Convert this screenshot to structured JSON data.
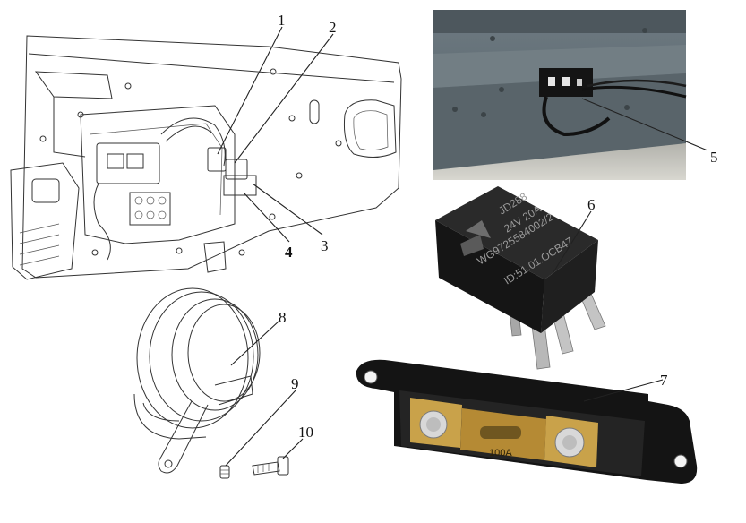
{
  "callouts": [
    {
      "id": "1",
      "label": "1"
    },
    {
      "id": "2",
      "label": "2"
    },
    {
      "id": "3",
      "label": "3"
    },
    {
      "id": "4",
      "label": "4"
    },
    {
      "id": "5",
      "label": "5"
    },
    {
      "id": "6",
      "label": "6"
    },
    {
      "id": "7",
      "label": "7"
    },
    {
      "id": "8",
      "label": "8"
    },
    {
      "id": "9",
      "label": "9"
    },
    {
      "id": "10",
      "label": "10"
    }
  ],
  "relay": {
    "line1": "JD288",
    "line2": "24V 20A",
    "line3": "WG9725584002/2",
    "line4": "ID:51.01.OCB47"
  },
  "fuse": {
    "rating": "100A"
  },
  "colors": {
    "relay_body": "#1a1a1a",
    "relay_pins": "#b8b8b8",
    "fuse_holder": "#141414",
    "fuse_brass": "#c9a24a",
    "photo_chassis": "#5e6b73"
  }
}
